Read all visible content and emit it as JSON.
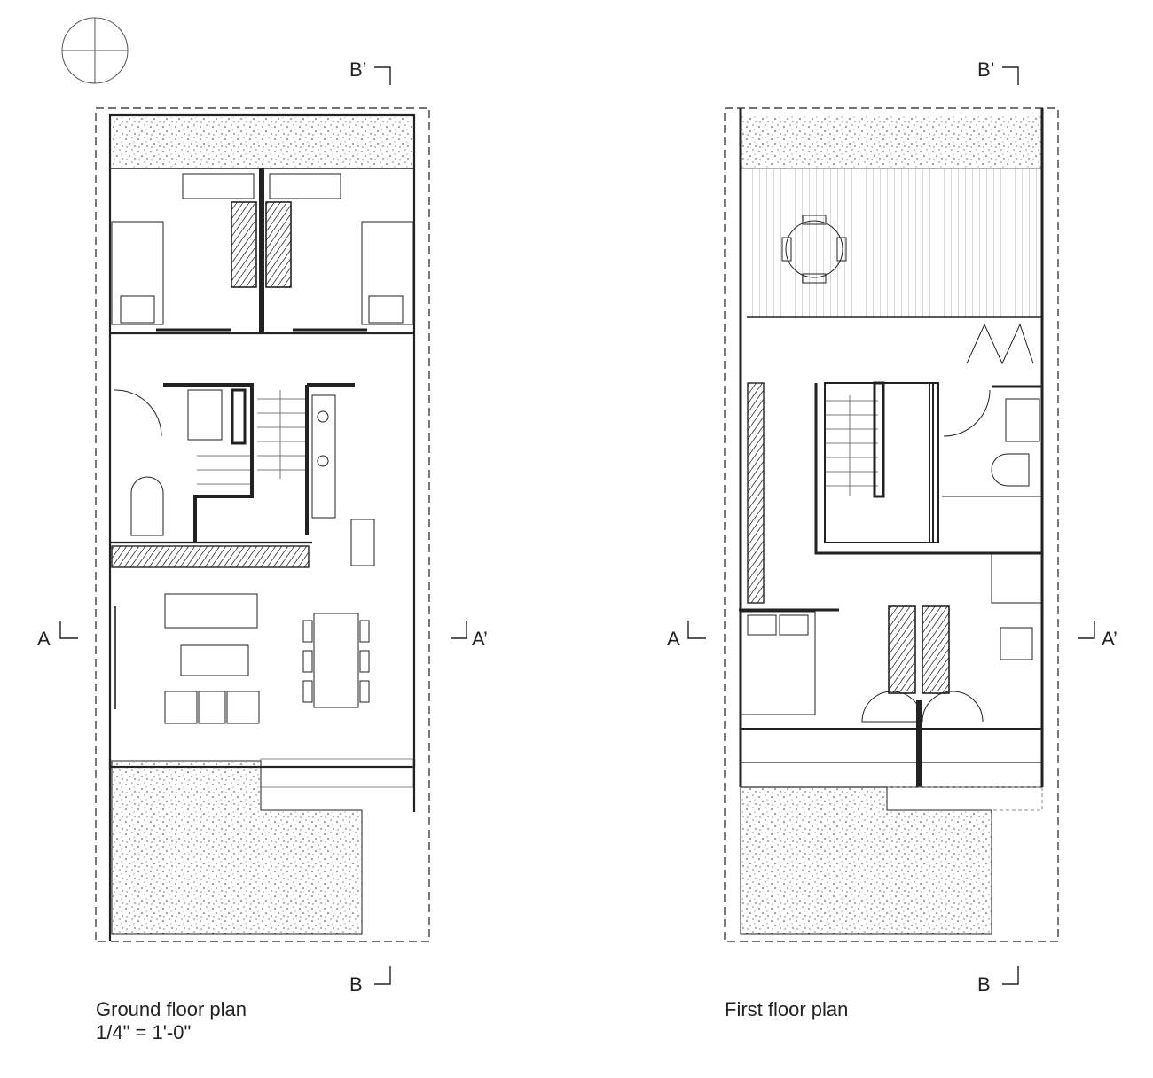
{
  "sheet": {
    "section_marks": {
      "a": "A",
      "a_prime": "A’",
      "b": "B",
      "b_prime": "B’"
    },
    "north_arrow_icon": "compass-icon"
  },
  "plans": [
    {
      "caption": "Ground floor plan",
      "scale": "1/4\" = 1'-0\""
    },
    {
      "caption": "First floor plan"
    }
  ],
  "colors": {
    "line": "#222222",
    "light_line": "#9a9a9a",
    "wall": "#ffffff"
  }
}
